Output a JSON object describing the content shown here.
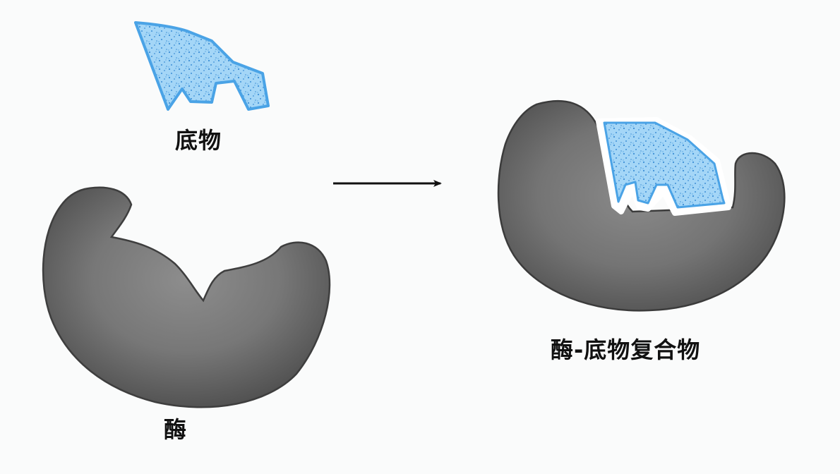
{
  "labels": {
    "substrate": "底物",
    "enzyme": "酶",
    "complex": "酶-底物复合物"
  },
  "colors": {
    "substrate_fill": "#9fd3f6",
    "substrate_outline": "#4aa3e6",
    "substrate_dots": "#3d8fd6",
    "enzyme_light": "#8c8c8c",
    "enzyme_dark": "#4e4e4e",
    "enzyme_outline": "#3b3b3b",
    "arrow": "#111111"
  }
}
